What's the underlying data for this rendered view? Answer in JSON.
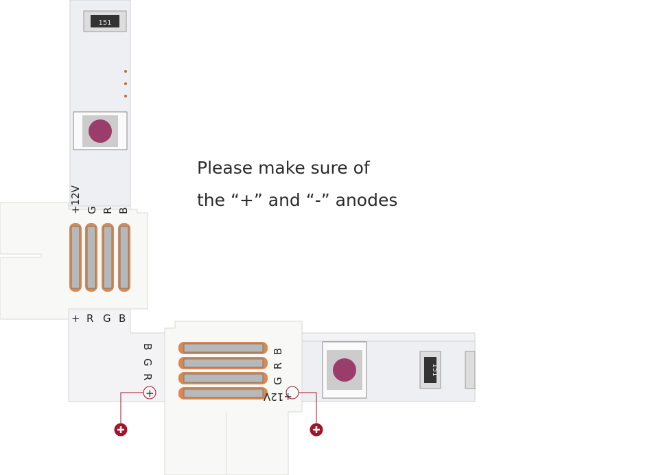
{
  "caption": {
    "line1": "Please make sure of",
    "line2": "the “+” and “-” anodes"
  },
  "vertical_strip": {
    "pad_labels": [
      "+12V",
      "G",
      "R",
      "B"
    ],
    "bottom_labels": [
      "+",
      "R",
      "G",
      "B"
    ],
    "resistor_code": "151"
  },
  "horizontal_strip": {
    "left_labels": [
      "B",
      "G",
      "R",
      "+"
    ],
    "right_labels": [
      "B",
      "R",
      "G",
      "+12V"
    ],
    "resistor_code": "151"
  },
  "colors": {
    "marker": "#a3142a",
    "copper": "#d9884f",
    "board": "#f1f1f3"
  }
}
